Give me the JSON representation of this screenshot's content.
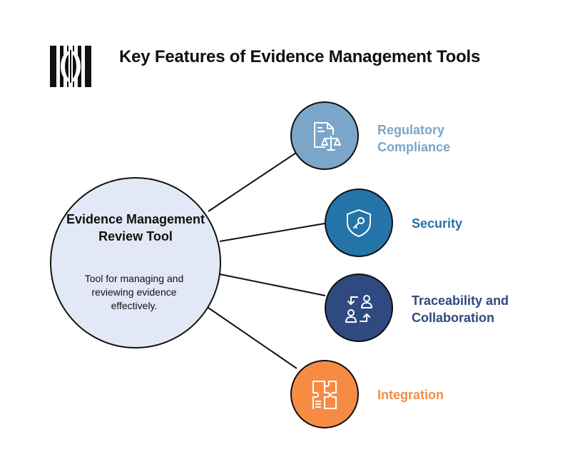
{
  "header": {
    "title": "Key Features of Evidence Management Tools",
    "logo_icon": "striped-logo-icon"
  },
  "hub": {
    "title": "Evidence Management Review Tool",
    "description": "Tool for managing and reviewing evidence effectively."
  },
  "features": [
    {
      "label": "Regulatory Compliance",
      "icon": "document-scales-icon",
      "color": "#7ba6c9",
      "text_color": "#7ba6c9"
    },
    {
      "label": "Security",
      "icon": "shield-key-icon",
      "color": "#2574a9",
      "text_color": "#2574a9"
    },
    {
      "label": "Traceability and Collaboration",
      "icon": "people-exchange-icon",
      "color": "#2f4a80",
      "text_color": "#2f4a80"
    },
    {
      "label": "Integration",
      "icon": "puzzle-integration-icon",
      "color": "#f68c44",
      "text_color": "#f68c44"
    }
  ]
}
